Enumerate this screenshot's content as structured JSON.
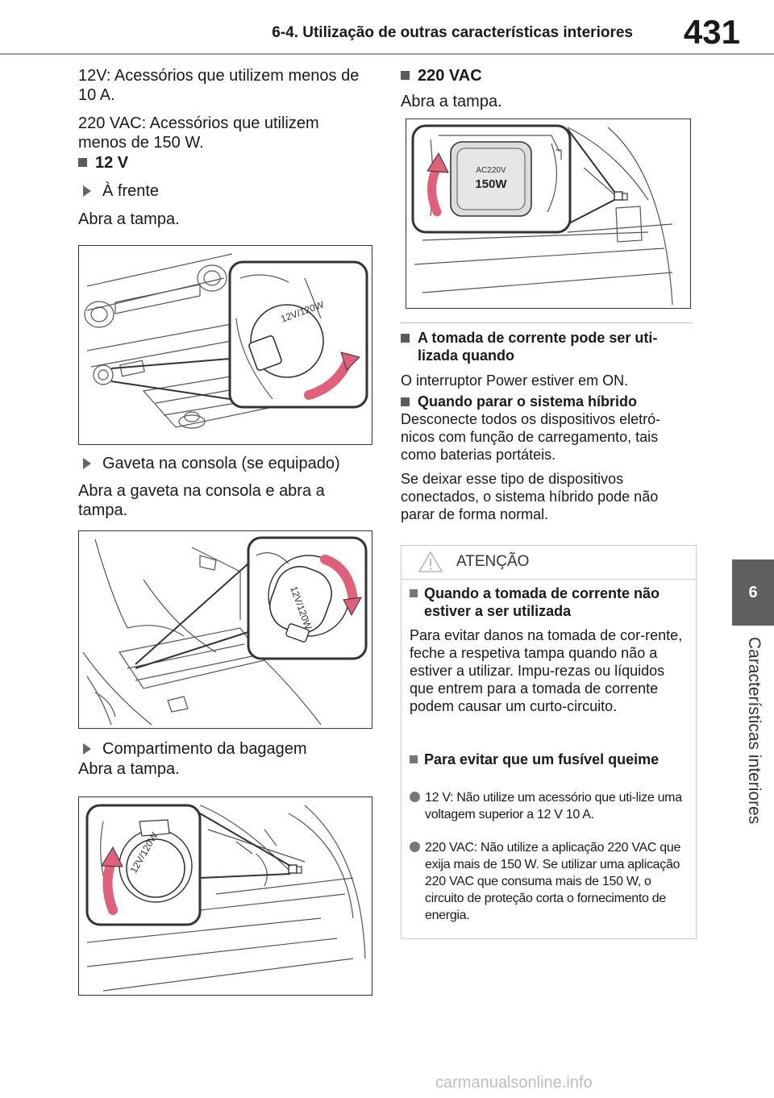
{
  "header": {
    "section": "6-4. Utilização de outras características interiores",
    "page": "431"
  },
  "side_tab": {
    "number": "6",
    "label": "Características interiores"
  },
  "left": {
    "intro_12v": "12V: Acessórios que utilizem menos de 10 A.",
    "intro_220": "220 VAC: Acessórios que utilizem menos de 150 W.",
    "h_12v": "12 V",
    "front": "À frente",
    "front_desc": "Abra a tampa.",
    "console": "Gaveta na consola (se equipado)",
    "console_desc": "Abra a gaveta na consola e abra a tampa.",
    "luggage": "Compartimento da bagagem",
    "luggage_desc": "Abra a tampa."
  },
  "right": {
    "h_220": "220 VAC",
    "desc_220": "Abra a tampa.",
    "ac_label_small": "AC220V",
    "ac_label_big": "150W",
    "when_title": "A tomada de corrente pode ser uti-lizada quando",
    "when_text": "O interruptor Power estiver em ON.",
    "stop_title": "Quando parar o sistema híbrido",
    "stop_text1": "Desconecte todos os dispositivos eletró-nicos com função de carregamento, tais como baterias portáteis.",
    "stop_text2": "Se deixar esse tipo de dispositivos conectados, o sistema híbrido pode não parar de forma normal."
  },
  "cap_label": "12V/120W",
  "warning": {
    "title": "ATENÇÃO",
    "item1_title": "Quando a tomada de corrente não estiver a ser utilizada",
    "item1_text": "Para evitar danos na tomada de cor-rente, feche a respetiva tampa quando não a estiver a utilizar. Impu-rezas ou líquidos que entrem para a tomada de corrente podem causar um curto-circuito.",
    "item2_title": "Para evitar que um fusível queime",
    "item2_b1": "12 V: Não utilize um acessório que uti-lize uma voltagem superior a 12 V 10 A.",
    "item2_b2": "220 VAC: Não utilize a aplicação 220 VAC que exija mais de 150 W. Se utilizar uma aplicação 220 VAC que consuma mais de 150 W, o circuito de proteção corta o fornecimento de energia."
  },
  "watermark": "carmanualsonline.info",
  "colors": {
    "arrow_pink": "#e0607a",
    "tab_gray": "#5f5f5f"
  }
}
